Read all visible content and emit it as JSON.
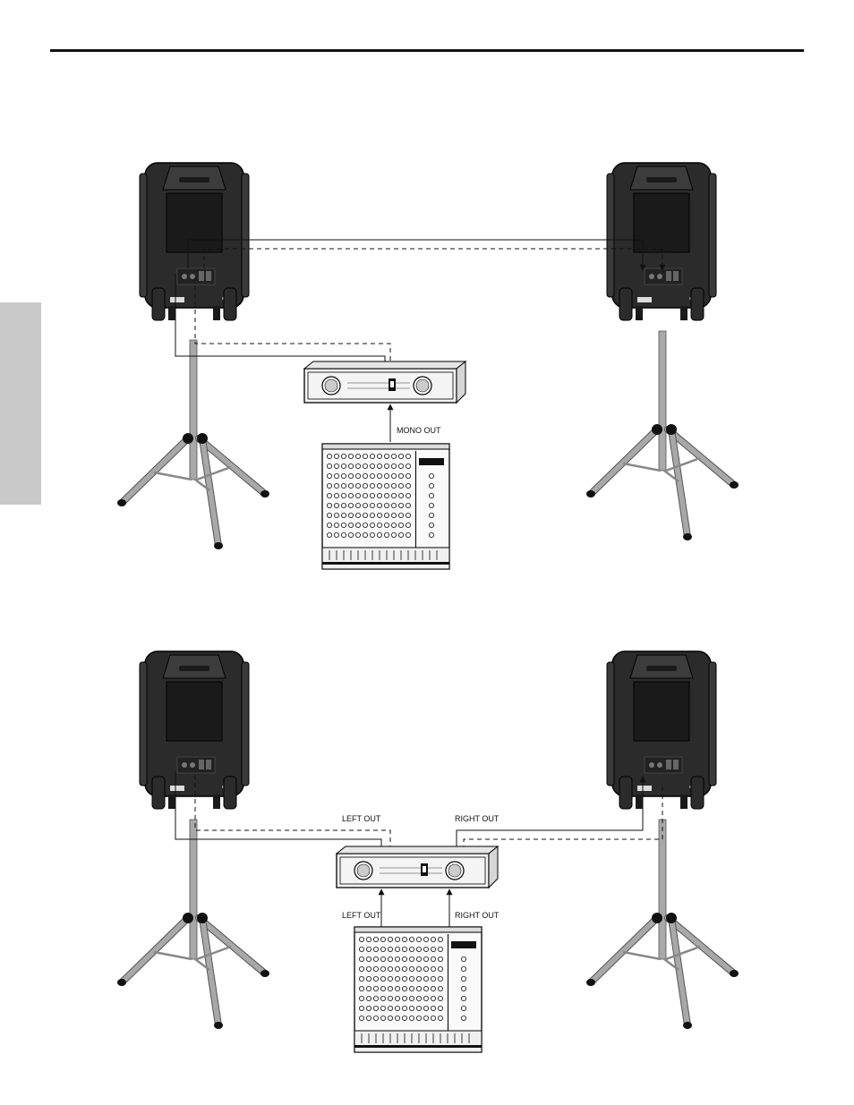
{
  "diagram_1": {
    "labels": {
      "mono_out": "MONO OUT"
    }
  },
  "diagram_2": {
    "labels": {
      "left_out_top": "LEFT OUT",
      "right_out_top": "RIGHT OUT",
      "left_out_bottom": "LEFT OUT",
      "right_out_bottom": "RIGHT OUT"
    }
  },
  "colors": {
    "speaker_body": "#2b2b2b",
    "speaker_grille": "#1a1a1a",
    "stand": "#a8a8a8",
    "line": "#111111",
    "side_tab": "#c9c9c9"
  },
  "icons": [
    "speaker-icon",
    "stand-icon",
    "amplifier-icon",
    "mixer-icon"
  ]
}
